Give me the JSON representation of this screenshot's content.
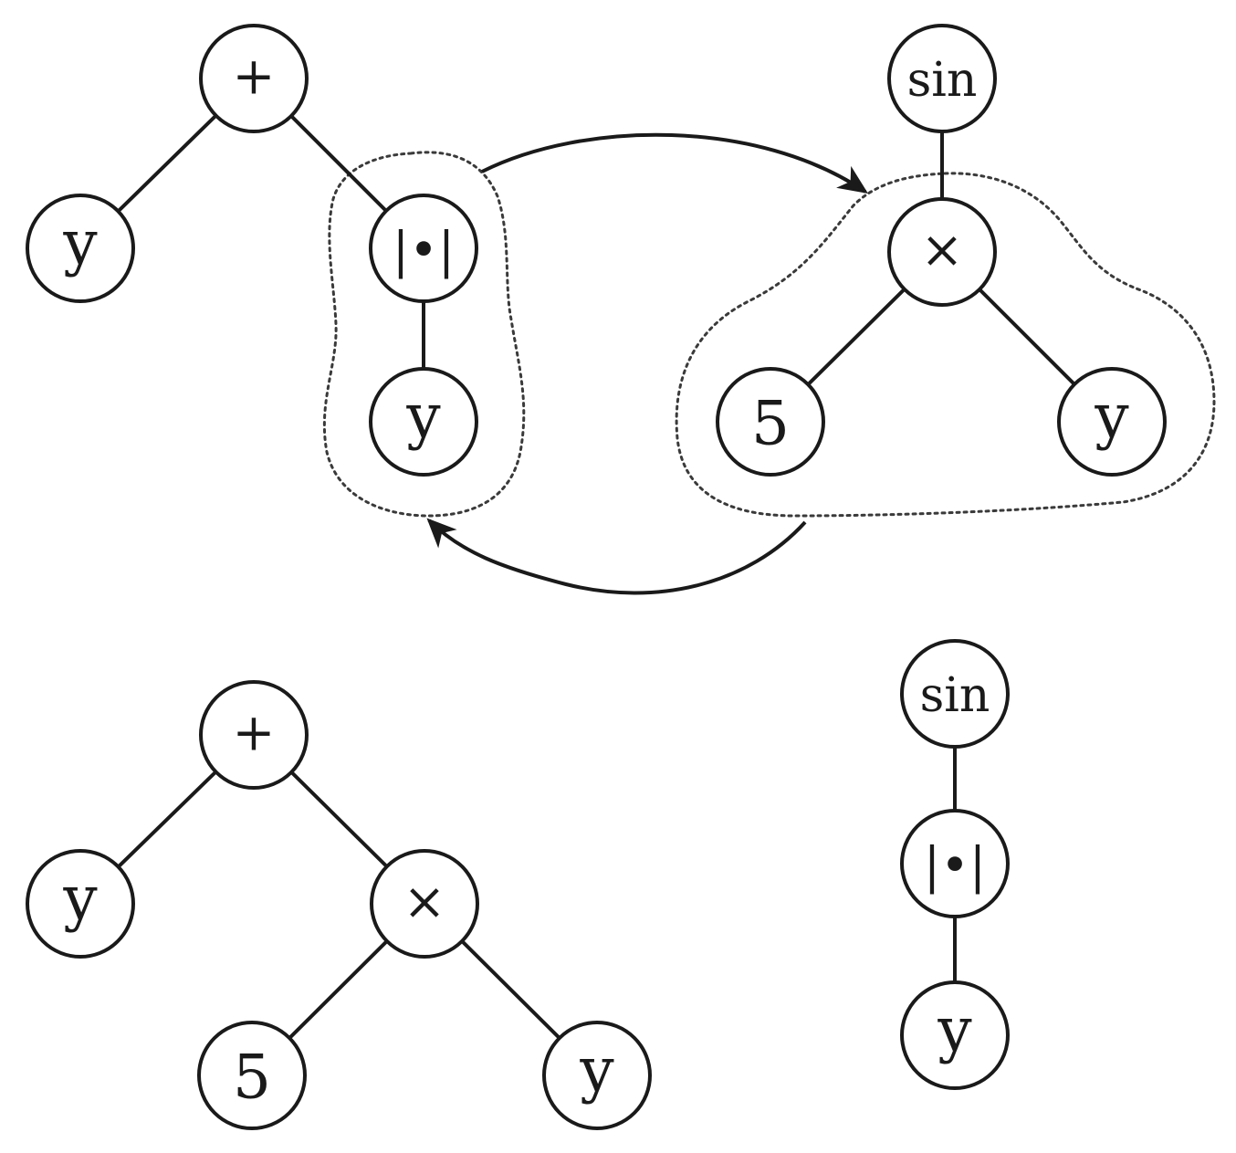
{
  "trees": [
    {
      "id": "top-left-tree",
      "nodes": [
        {
          "id": "tl-plus",
          "label": "+"
        },
        {
          "id": "tl-y1",
          "label": "y"
        },
        {
          "id": "tl-abs",
          "label": "|•|"
        },
        {
          "id": "tl-y2",
          "label": "y"
        }
      ],
      "edges": [
        [
          "tl-plus",
          "tl-y1"
        ],
        [
          "tl-plus",
          "tl-abs"
        ],
        [
          "tl-abs",
          "tl-y2"
        ]
      ]
    },
    {
      "id": "top-right-tree",
      "nodes": [
        {
          "id": "tr-sin",
          "label": "sin"
        },
        {
          "id": "tr-times",
          "label": "×"
        },
        {
          "id": "tr-5",
          "label": "5"
        },
        {
          "id": "tr-y",
          "label": "y"
        }
      ],
      "edges": [
        [
          "tr-sin",
          "tr-times"
        ],
        [
          "tr-times",
          "tr-5"
        ],
        [
          "tr-times",
          "tr-y"
        ]
      ]
    },
    {
      "id": "bottom-left-tree",
      "nodes": [
        {
          "id": "bl-plus",
          "label": "+"
        },
        {
          "id": "bl-y1",
          "label": "y"
        },
        {
          "id": "bl-times",
          "label": "×"
        },
        {
          "id": "bl-5",
          "label": "5"
        },
        {
          "id": "bl-y2",
          "label": "y"
        }
      ],
      "edges": [
        [
          "bl-plus",
          "bl-y1"
        ],
        [
          "bl-plus",
          "bl-times"
        ],
        [
          "bl-times",
          "bl-5"
        ],
        [
          "bl-times",
          "bl-y2"
        ]
      ]
    },
    {
      "id": "bottom-right-tree",
      "nodes": [
        {
          "id": "br-sin",
          "label": "sin"
        },
        {
          "id": "br-abs",
          "label": "|•|"
        },
        {
          "id": "br-y",
          "label": "y"
        }
      ],
      "edges": [
        [
          "br-sin",
          "br-abs"
        ],
        [
          "br-abs",
          "br-y"
        ]
      ]
    }
  ],
  "swap_arrows": [
    {
      "from": "top-left-tree subtree (|•| y)",
      "to": "top-right-tree subtree (× 5 y)"
    },
    {
      "from": "top-right-tree subtree (× 5 y)",
      "to": "top-left-tree subtree (|•| y)"
    }
  ]
}
